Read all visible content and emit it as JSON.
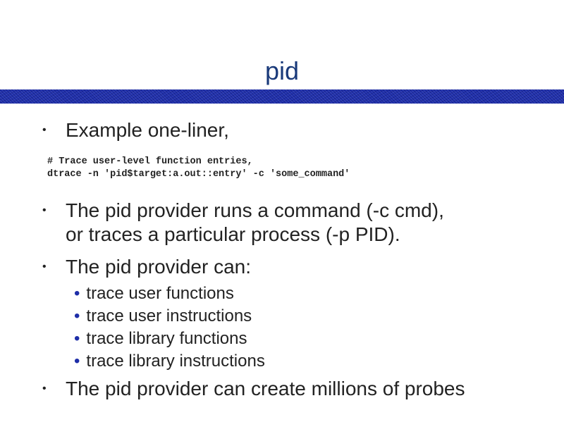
{
  "title": "pid",
  "bullets": [
    "Example one-liner,",
    "The pid provider runs a command (-c cmd),",
    "or traces a particular process (-p PID).",
    "The pid provider can:",
    "The pid provider can create millions of probes"
  ],
  "code": [
    "# Trace user-level function entries,",
    "dtrace -n 'pid$target:a.out::entry' -c 'some_command'"
  ],
  "sub_bullets": [
    "trace user functions",
    "trace user instructions",
    "trace library functions",
    "trace library instructions"
  ]
}
